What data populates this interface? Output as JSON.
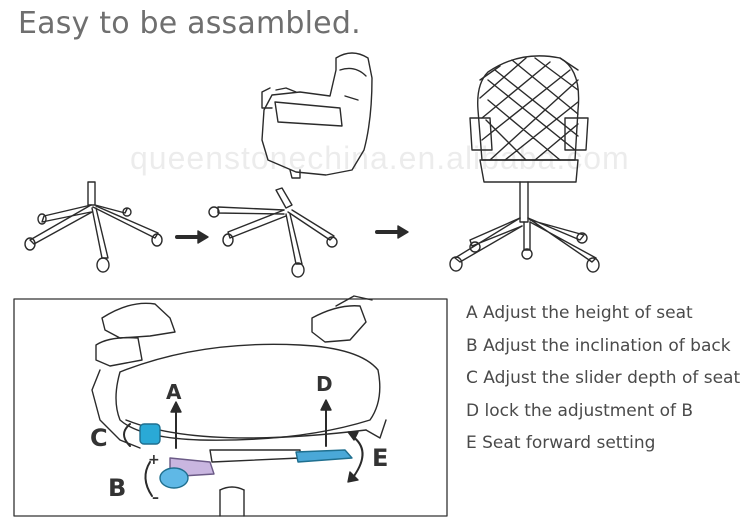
{
  "title": "Easy to be assambled.",
  "watermark": "queenstonechina.en.alibaba.com",
  "diagram_labels": {
    "a": "A",
    "b": "B",
    "c": "C",
    "d": "D",
    "e": "E",
    "plus": "+",
    "minus": "–"
  },
  "legend": [
    "A Adjust the height of seat",
    "B Adjust the inclination of back",
    "C Adjust the slider depth of seat",
    "D lock the adjustment of B",
    "E Seat forward setting"
  ],
  "colors": {
    "title": "#6f6f6f",
    "legend_text": "#4a4a4a",
    "knob_c": "#2aa9d6",
    "lever_b": "#5fb8e6",
    "lever_e": "#4aa8d8",
    "highlight": "#c9b6e0"
  }
}
